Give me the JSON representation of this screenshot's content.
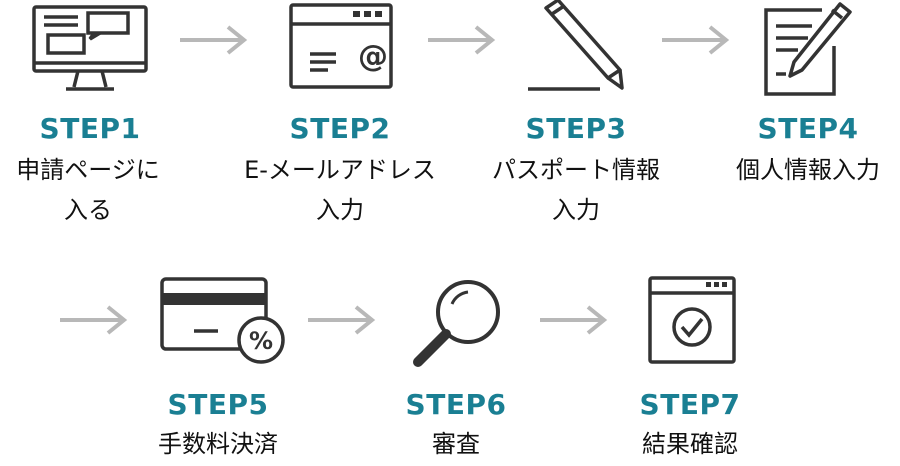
{
  "colors": {
    "accent": "#1a7f93",
    "icon": "#333333",
    "arrow": "#b8b8b8",
    "text": "#111111"
  },
  "steps": [
    {
      "title": "STEP1",
      "lines": [
        "申請ページに",
        "入る"
      ],
      "icon": "monitor-icon"
    },
    {
      "title": "STEP2",
      "lines": [
        "E-メールアドレス",
        "入力"
      ],
      "icon": "browser-email-icon"
    },
    {
      "title": "STEP3",
      "lines": [
        "パスポート情報",
        "入力"
      ],
      "icon": "pencil-icon"
    },
    {
      "title": "STEP4",
      "lines": [
        "個人情報入力"
      ],
      "icon": "document-edit-icon"
    },
    {
      "title": "STEP5",
      "lines": [
        "手数料決済"
      ],
      "icon": "credit-card-icon"
    },
    {
      "title": "STEP6",
      "lines": [
        "審査"
      ],
      "icon": "magnifier-icon"
    },
    {
      "title": "STEP7",
      "lines": [
        "結果確認"
      ],
      "icon": "check-window-icon"
    }
  ]
}
